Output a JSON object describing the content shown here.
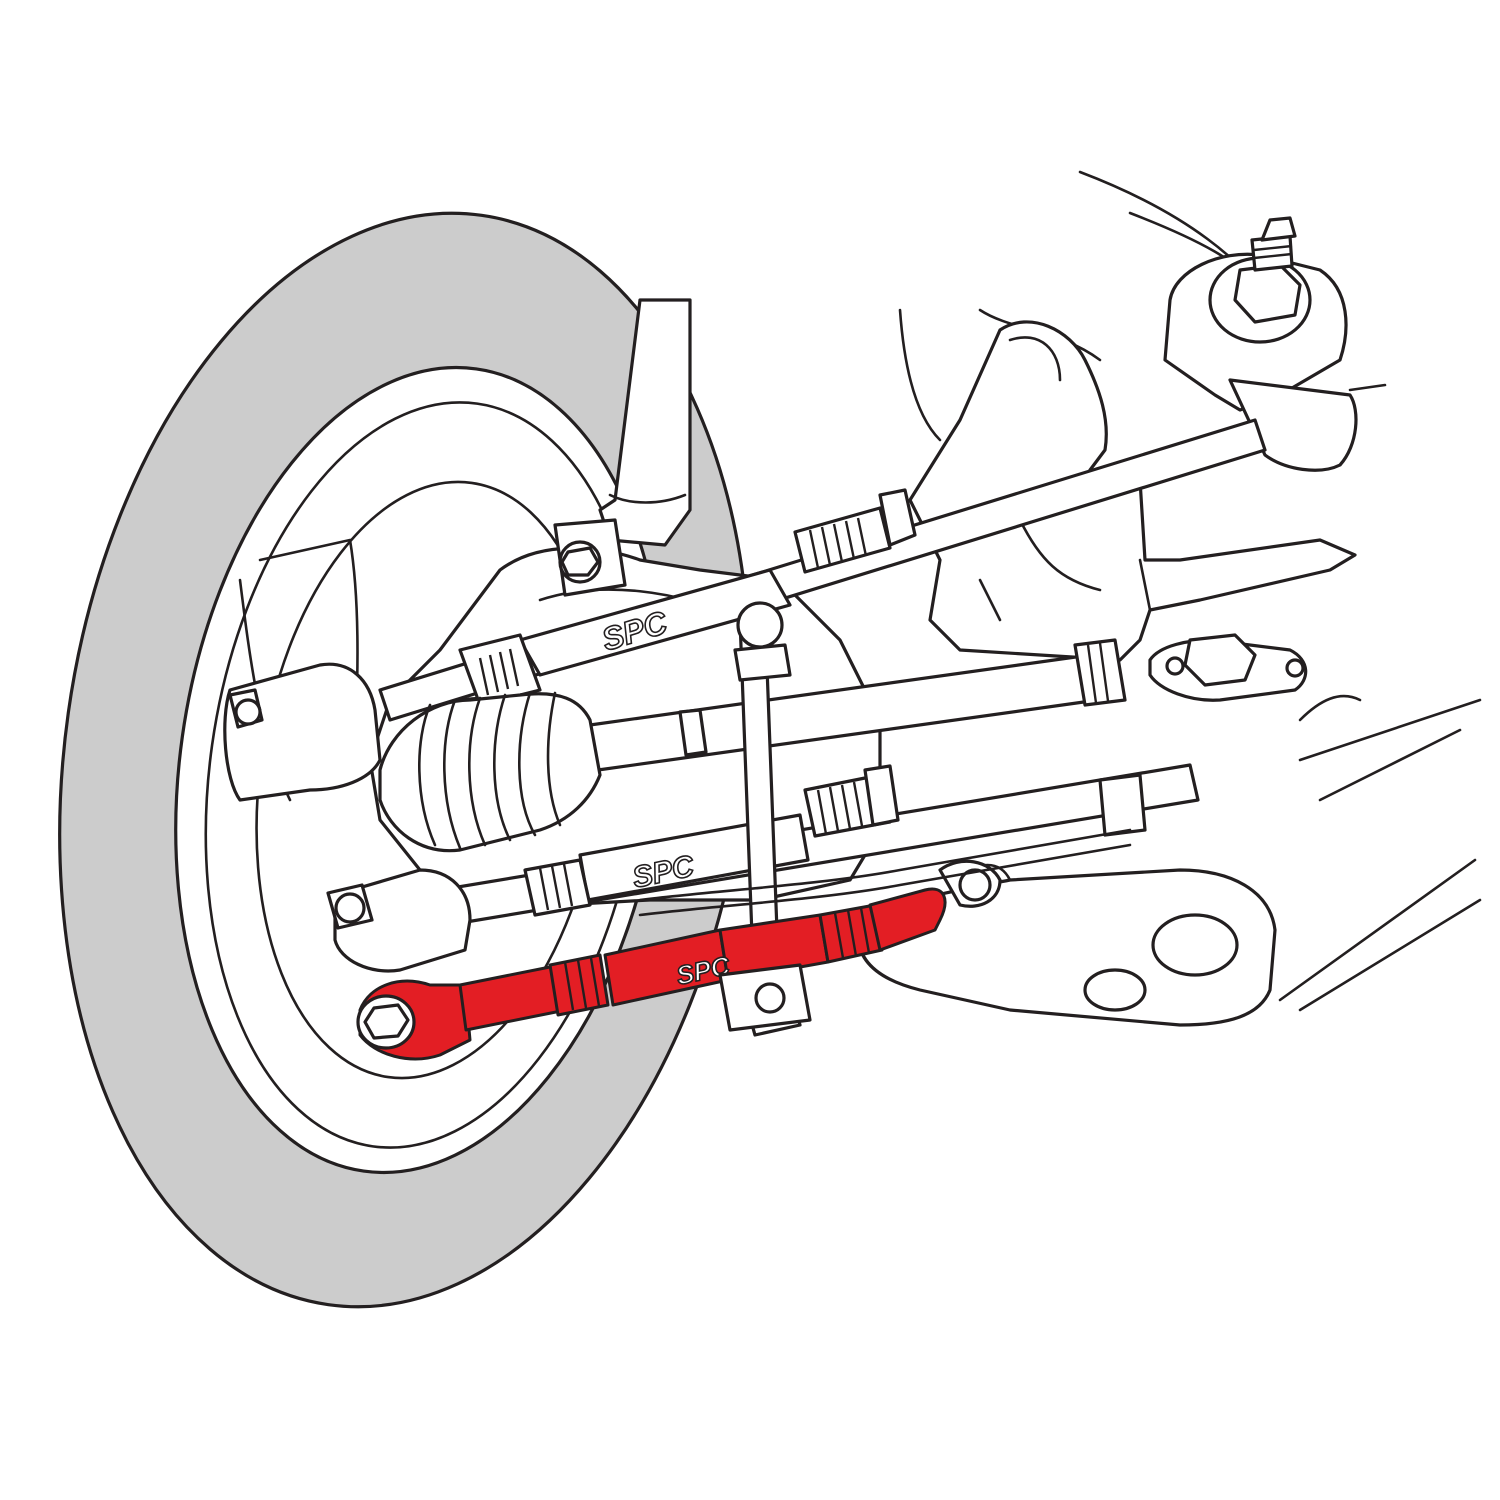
{
  "colors": {
    "background": "#ffffff",
    "outline": "#231f20",
    "tire": "#cccccc",
    "highlight_arm": "#e31e24"
  },
  "logos": {
    "upper_arm": "SPC",
    "lower_arm": "SPC",
    "red_arm": "SPC"
  },
  "highlight": {
    "part": "red-adjustable-control-arm"
  }
}
